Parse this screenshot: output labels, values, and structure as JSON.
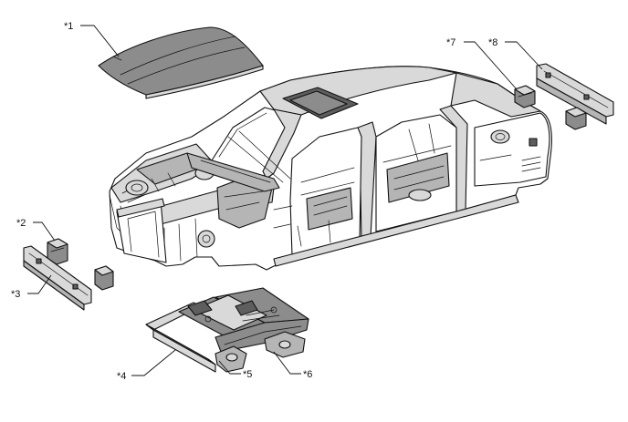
{
  "callouts": [
    {
      "id": "1",
      "text": "*1"
    },
    {
      "id": "2",
      "text": "*2"
    },
    {
      "id": "3",
      "text": "*3"
    },
    {
      "id": "4",
      "text": "*4"
    },
    {
      "id": "5",
      "text": "*5"
    },
    {
      "id": "6",
      "text": "*6"
    },
    {
      "id": "7",
      "text": "*7"
    },
    {
      "id": "8",
      "text": "*8"
    }
  ]
}
